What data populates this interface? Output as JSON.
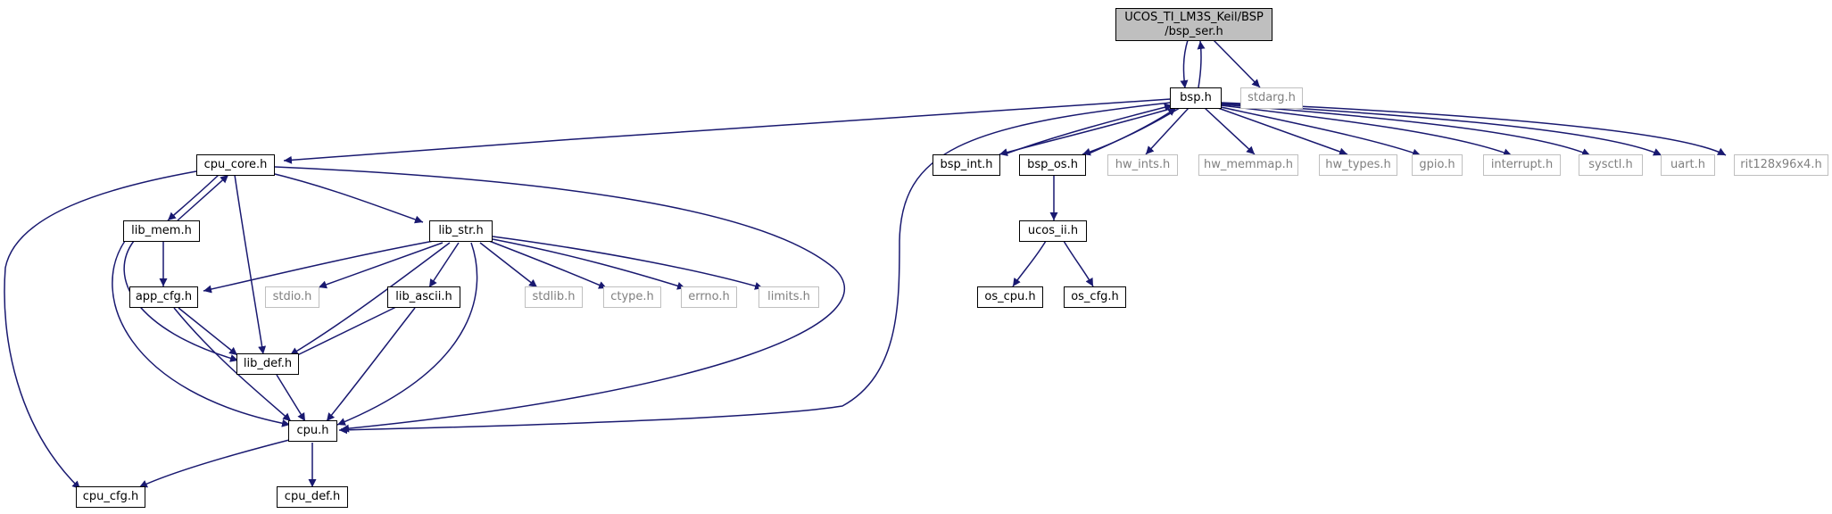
{
  "colors": {
    "edge": "#191970",
    "root_fill": "#bfbfbf",
    "node_border": "#000000",
    "external_border": "#bfbfbf",
    "external_text": "#7f7f7f"
  },
  "nodes": {
    "root": {
      "line1": "UCOS_TI_LM3S_Keil/BSP",
      "line2": "/bsp_ser.h"
    },
    "bsp": "bsp.h",
    "stdarg": "stdarg.h",
    "cpu_core": "cpu_core.h",
    "bsp_int": "bsp_int.h",
    "bsp_os": "bsp_os.h",
    "hw_ints": "hw_ints.h",
    "hw_memmap": "hw_memmap.h",
    "hw_types": "hw_types.h",
    "gpio": "gpio.h",
    "interrupt": "interrupt.h",
    "sysctl": "sysctl.h",
    "uart": "uart.h",
    "rit": "rit128x96x4.h",
    "lib_mem": "lib_mem.h",
    "lib_str": "lib_str.h",
    "ucos_ii": "ucos_ii.h",
    "app_cfg": "app_cfg.h",
    "stdio": "stdio.h",
    "lib_ascii": "lib_ascii.h",
    "stdlib": "stdlib.h",
    "ctype": "ctype.h",
    "errno": "errno.h",
    "limits": "limits.h",
    "os_cpu": "os_cpu.h",
    "os_cfg": "os_cfg.h",
    "lib_def": "lib_def.h",
    "cpu": "cpu.h",
    "cpu_cfg": "cpu_cfg.h",
    "cpu_def": "cpu_def.h"
  }
}
